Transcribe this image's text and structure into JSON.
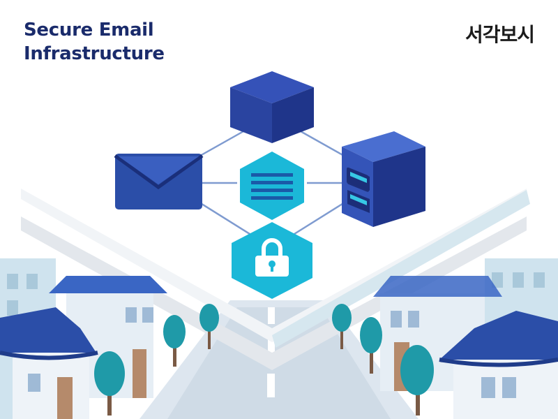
{
  "header": {
    "title_line1": "Secure Email",
    "title_line2": "Infrastructure",
    "brand": "서각보시"
  },
  "colors": {
    "navy": "#1a2b6b",
    "primary_blue": "#2f4fb0",
    "cyan": "#1bb8d8",
    "light_blue_bg": "#cfe3ee",
    "tree_teal": "#1f9aa8"
  },
  "icons": [
    "email-envelope-icon",
    "server-cube-icon",
    "database-server-icon",
    "document-hexagon-icon",
    "padlock-hexagon-icon"
  ]
}
